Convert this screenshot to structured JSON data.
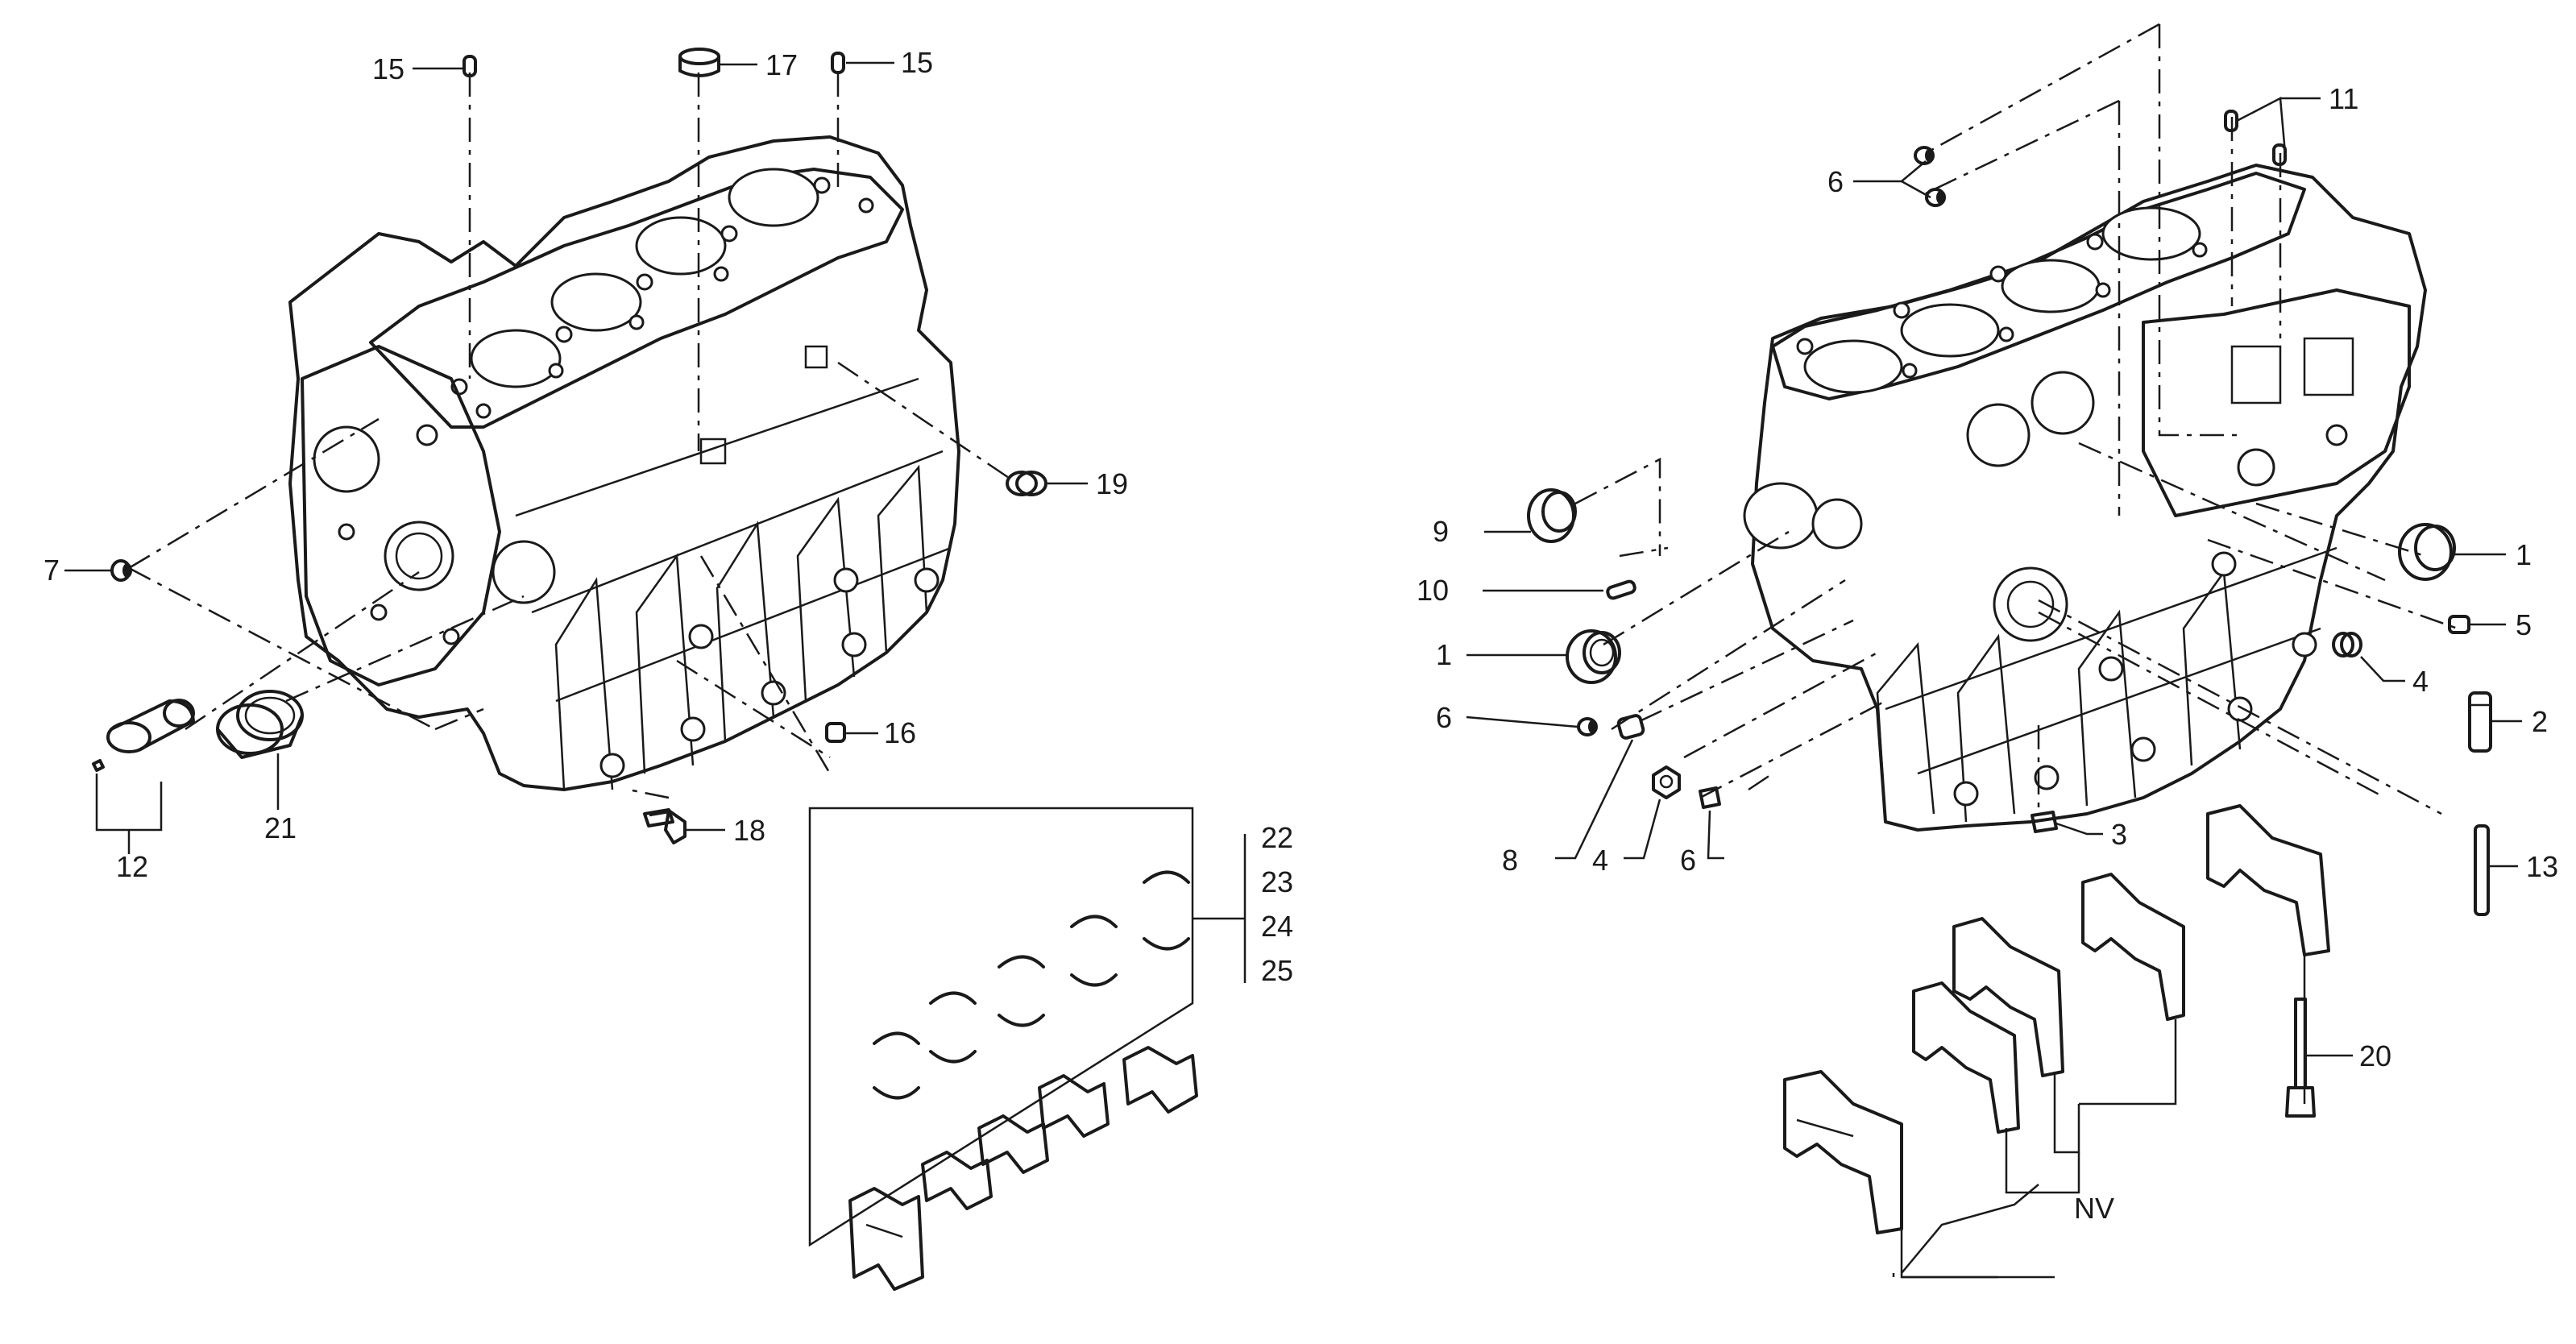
{
  "colors": {
    "ink": "#1a1a1a",
    "paper": "#ffffff"
  },
  "callouts": {
    "left": {
      "c15a": "15",
      "c17": "17",
      "c15b": "15",
      "c19": "19",
      "c7": "7",
      "c16": "16",
      "c18": "18",
      "c12": "12",
      "c21": "21",
      "c22": "22",
      "c23": "23",
      "c24": "24",
      "c25": "25"
    },
    "right": {
      "c11": "11",
      "c6a": "6",
      "c9": "9",
      "c10": "10",
      "c1a": "1",
      "c6b": "6",
      "c8": "8",
      "c4a": "4",
      "c6c": "6",
      "c1b": "1",
      "c5": "5",
      "c4b": "4",
      "c2": "2",
      "c3": "3",
      "c13": "13",
      "c20": "20",
      "cNV": "NV"
    }
  }
}
